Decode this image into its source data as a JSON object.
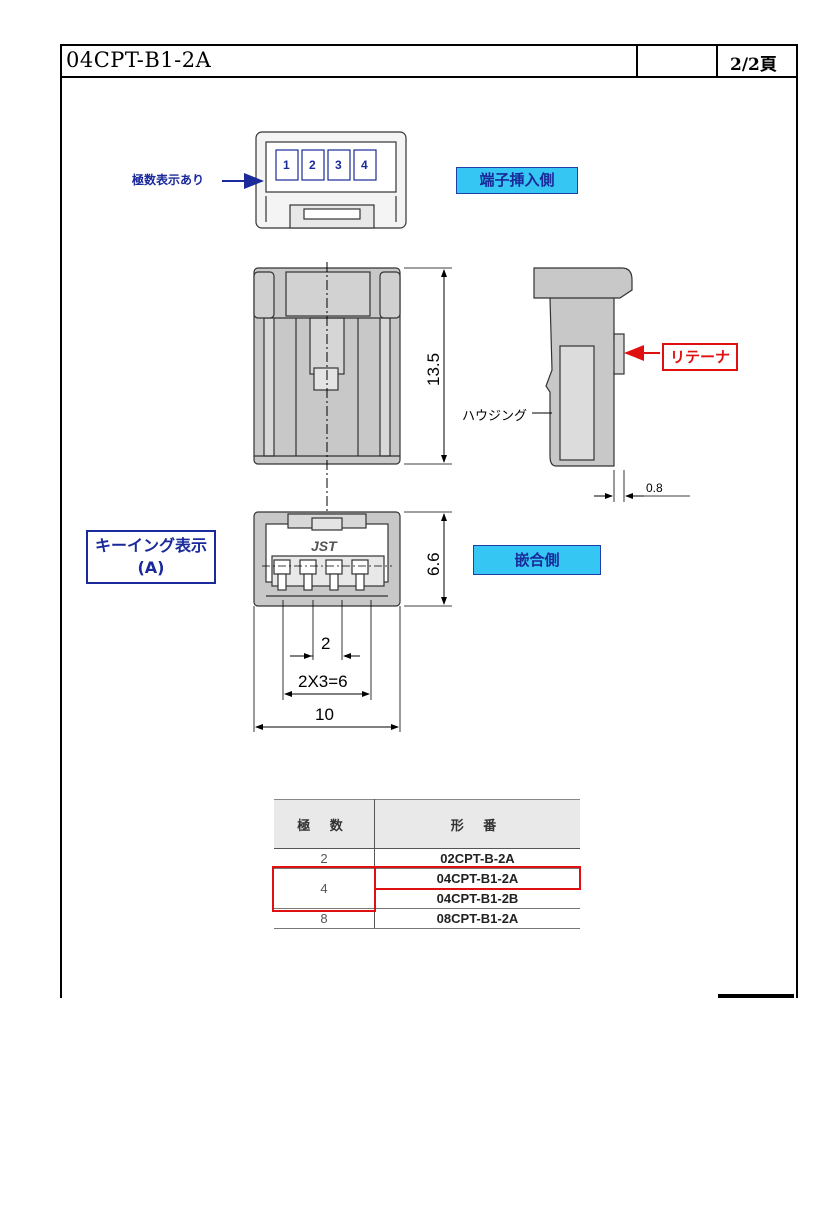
{
  "header": {
    "title": "04CPT-B1-2A",
    "page": "2/2頁"
  },
  "labels": {
    "polarity_mark": "極数表示あり",
    "terminal_side": "端子挿入側",
    "retainer": "リテーナ",
    "housing": "ハウジング",
    "keying_line1": "キーイング表示",
    "keying_line2": "(A)",
    "mating_side": "嵌合側",
    "logo": "JST"
  },
  "pins": [
    "1",
    "2",
    "3",
    "4"
  ],
  "dimensions": {
    "height": "13.5",
    "retainer_offset": "0.8",
    "mating_height": "6.6",
    "pitch": "2",
    "span": "2X3=6",
    "width": "10"
  },
  "table": {
    "headers": [
      "極 数",
      "形 番"
    ],
    "rows": [
      {
        "poles": "2",
        "models": [
          "02CPT-B-2A"
        ]
      },
      {
        "poles": "4",
        "models": [
          "04CPT-B1-2A",
          "04CPT-B1-2B"
        ]
      },
      {
        "poles": "8",
        "models": [
          "08CPT-B1-2A"
        ]
      }
    ]
  },
  "colors": {
    "tag_blue": "#36c6f4",
    "tag_text": "#1a2a9a",
    "highlight_red": "#e01010",
    "body_gray": "#c8c8c8"
  }
}
